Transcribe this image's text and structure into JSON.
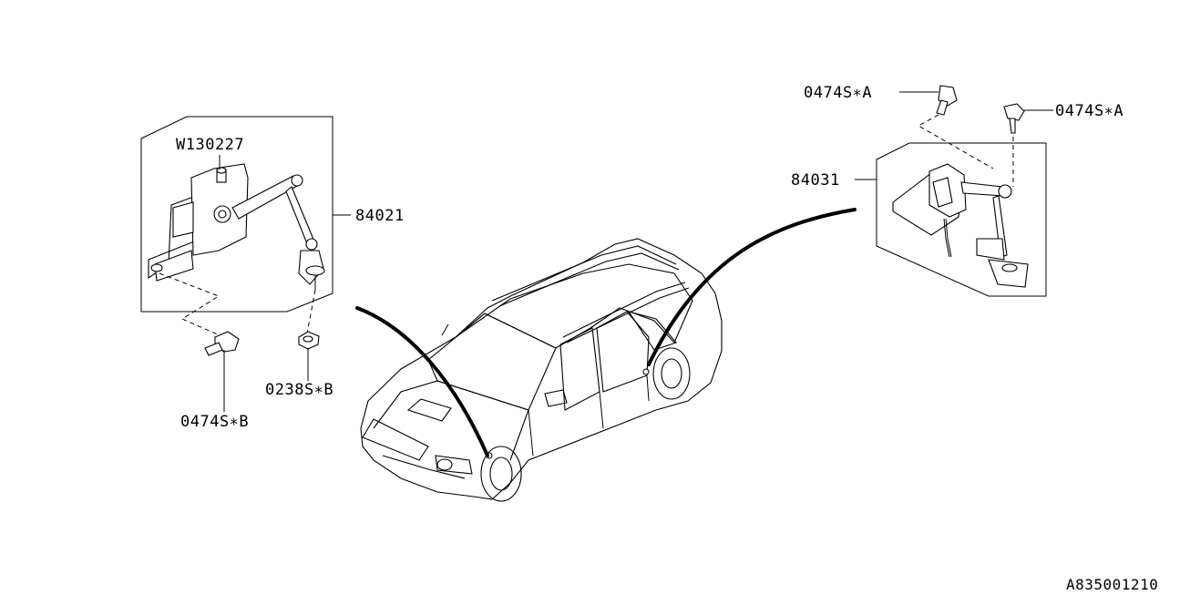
{
  "labels": {
    "w130227": "W130227",
    "p84021": "84021",
    "p0474s_b": "0474S∗B",
    "p0238s_b": "0238S∗B",
    "p0474s_a_left": "0474S∗A",
    "p0474s_a_right": "0474S∗A",
    "p84031": "84031"
  },
  "reference_id": "A835001210"
}
